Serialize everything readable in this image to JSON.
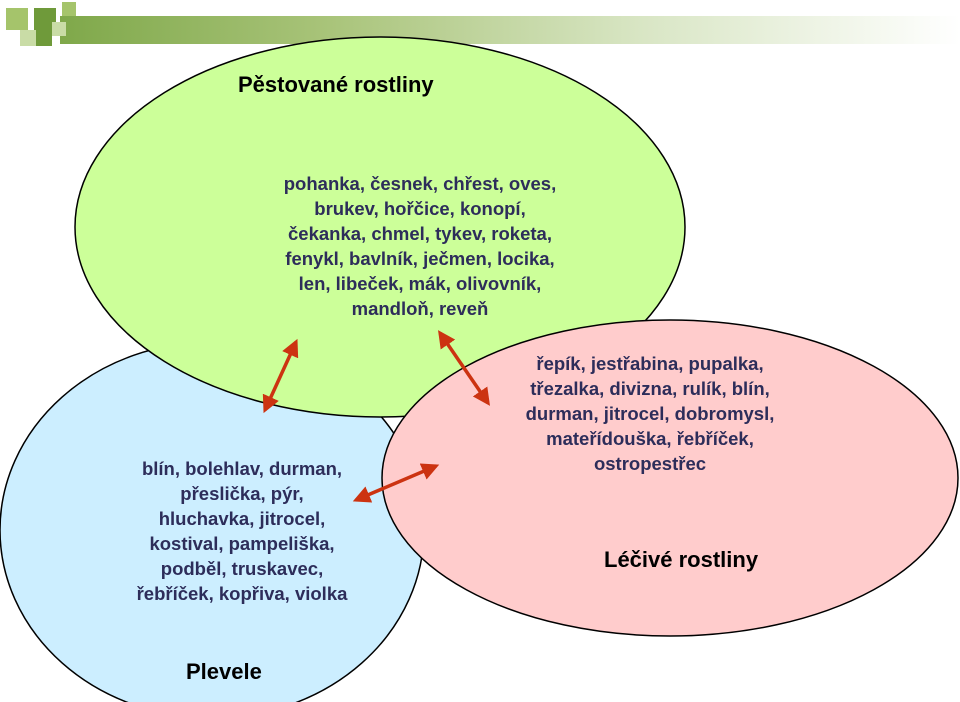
{
  "colors": {
    "cultivated_fill": "#ccff99",
    "weeds_fill": "#cceeff",
    "medicinal_fill": "#ffcccc",
    "outline": "#000000",
    "arrow": "#cc3311",
    "text": "#2d2d5a",
    "header_green": "#7fa84a"
  },
  "cultivated": {
    "title": "Pěstované rostliny",
    "text": "pohanka, česnek, chřest, oves,\nbrukev, hořčice, konopí,\nčekanka, chmel, tykev, roketa,\nfenykl, bavlník, ječmen, locika,\nlen, libeček, mák, olivovník,\nmandloň, reveň"
  },
  "weeds": {
    "title": "Plevele",
    "text": "blín, bolehlav, durman,\npřeslička, pýr,\nhluchavka, jitrocel,\nkostival, pampeliška,\npodběl, truskavec,\nřebříček, kopřiva, violka"
  },
  "medicinal": {
    "title": "Léčivé rostliny",
    "text": "řepík, jestřabina, pupalka,\ntřezalka, divizna, rulík, blín,\ndurman, jitrocel, dobromysl,\nmateřídouška, řebříček,\nostropestřec"
  }
}
